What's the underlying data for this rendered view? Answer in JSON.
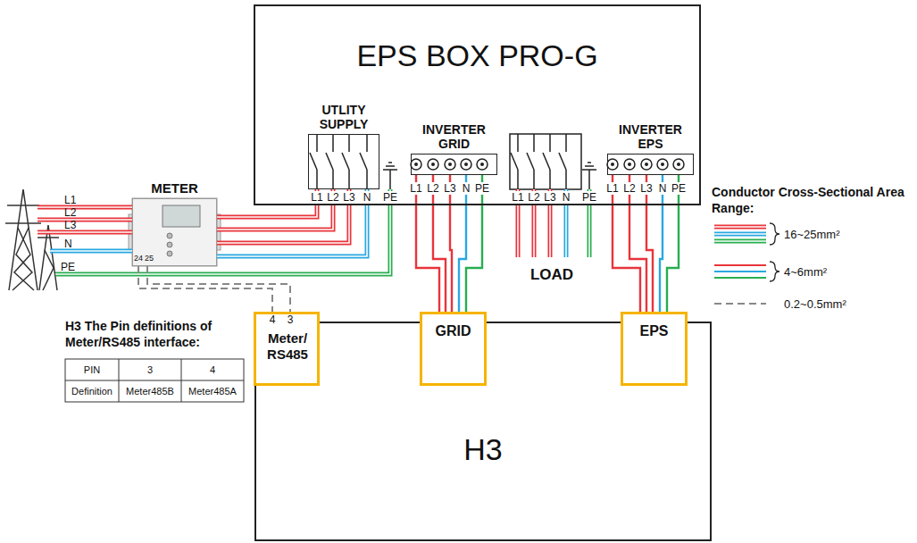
{
  "diagram": {
    "nodes": [
      {
        "text": [
          "EPS BOX PRO-G"
        ]
      },
      {
        "text": [
          "UTLITY SUPPLY"
        ],
        "in": 0
      },
      {
        "text": [
          "INVERTER GRID"
        ],
        "in": 0
      },
      {
        "text": [
          "INVERTER EPS"
        ],
        "in": 0
      },
      {
        "text": [
          "METER"
        ]
      },
      {
        "text": [
          "H3"
        ]
      },
      {
        "text": [
          "Meter/ RS485"
        ],
        "in": 5
      },
      {
        "text": [
          "GRID"
        ],
        "in": 5
      },
      {
        "text": [
          "EPS"
        ],
        "in": 5
      }
    ],
    "edges": [
      {
        "from": 4,
        "to": 1,
        "arrow": "none"
      },
      {
        "from": 2,
        "to": 7,
        "arrow": "none"
      },
      {
        "from": 3,
        "to": 8,
        "arrow": "none"
      },
      {
        "from": 4,
        "to": 6,
        "arrow": "none"
      }
    ],
    "labels": [
      "L1",
      "L2",
      "L3",
      "N",
      "PE",
      "L1",
      "L2",
      "L3",
      "N",
      "PE",
      "L1",
      "L2",
      "L3",
      "N",
      "PE",
      "L1",
      "L2",
      "L3",
      "N",
      "PE",
      "L1",
      "L2",
      "L3",
      "N",
      "PE",
      "24",
      "25",
      "4",
      "3",
      "LOAD",
      "H3 The Pin definitions of Meter/RS485 interface:",
      "PIN",
      "3",
      "4",
      "Definition",
      "Meter485B",
      "Meter485A",
      "Conductor Cross-Sectional Area Range:"
    ],
    "legend": [
      {
        "text": "16~25mm²"
      },
      {
        "text": "4~6mm²"
      },
      {
        "text": "0.2~0.5mm²"
      }
    ]
  }
}
